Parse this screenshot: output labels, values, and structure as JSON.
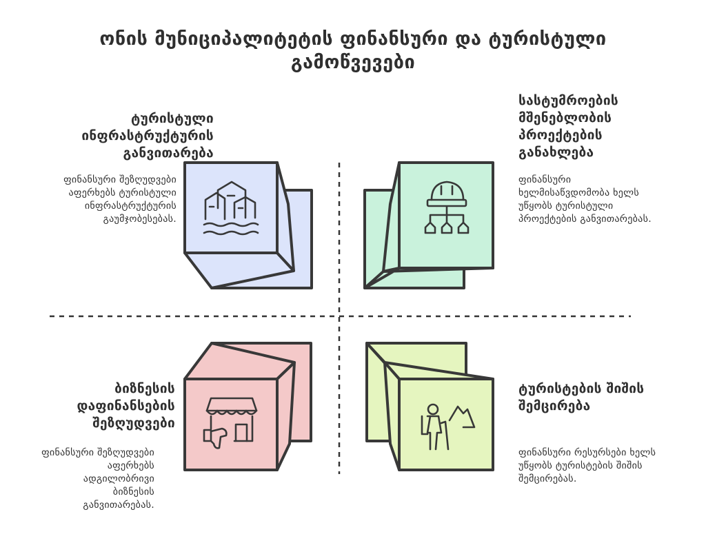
{
  "title": "ონის მუნიციპალიტეტის ფინანსური და ტურისტული გამოწვევები",
  "quadrants": {
    "top_left": {
      "heading": "ტურისტული ინფრასტრუქტურის განვითარება",
      "description": "ფინანსური შეზღუდვები აფერხებს ტურისტული ინფრასტრუქტურის გაუმჯობესებას.",
      "icon": "flooded-buildings-icon",
      "color": "#dce4fb"
    },
    "top_right": {
      "heading": "სასტუმროების მშენებლობის პროექტების განახლება",
      "description": "ფინანსური ხელმისაწვდომობა ხელს უწყობს ტურისტული პროექტების განვითარებას.",
      "icon": "hardhat-hierarchy-icon",
      "color": "#c9f2dc"
    },
    "bottom_left": {
      "heading": "ბიზნესის დაფინანსების შეზღუდვები",
      "description": "ფინანსური შეზღუდვები აფერხებს ადგილობრივი ბიზნესის განვითარებას.",
      "icon": "shop-thumbs-down-icon",
      "color": "#f4c9c9"
    },
    "bottom_right": {
      "heading": "ტურისტების შიშის შემცირება",
      "description": "ფინანსური რესურსები ხელს უწყობს ტურისტების შიშის შემცირებას.",
      "icon": "hiker-mountain-icon",
      "color": "#e5f5bf"
    }
  }
}
